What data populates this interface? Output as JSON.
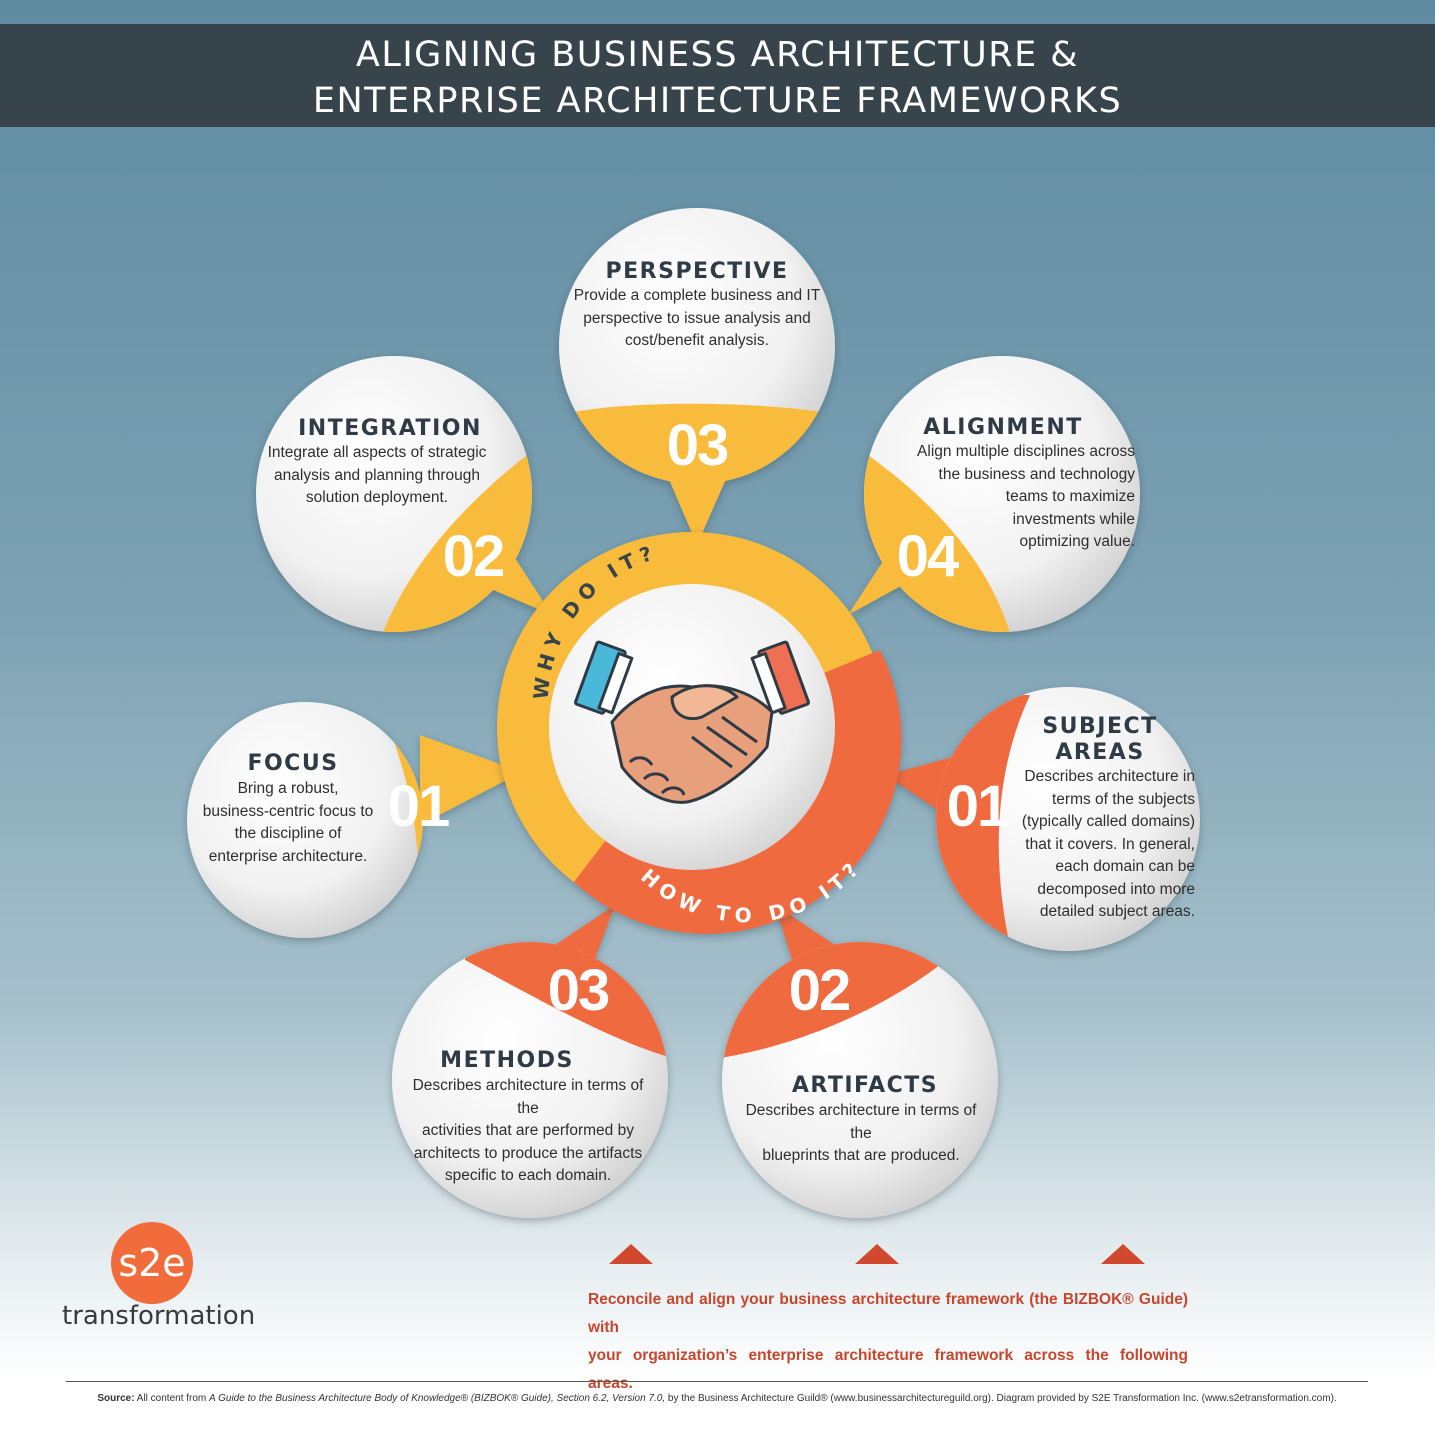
{
  "title": {
    "line1": "ALIGNING BUSINESS ARCHITECTURE &",
    "line2": "ENTERPRISE ARCHITECTURE FRAMEWORKS"
  },
  "ring": {
    "why": "WHY DO IT?",
    "how": "HOW TO DO IT?"
  },
  "why_items": [
    {
      "number": "01",
      "title": "FOCUS",
      "description": [
        "Bring a robust,",
        "business-centric focus to",
        "the discipline of",
        "enterprise architecture."
      ]
    },
    {
      "number": "02",
      "title": "INTEGRATION",
      "description": [
        "Integrate all aspects of strategic",
        "analysis and planning through",
        "solution deployment."
      ]
    },
    {
      "number": "03",
      "title": "PERSPECTIVE",
      "description": [
        "Provide a complete business and IT",
        "perspective to issue analysis and",
        "cost/benefit analysis."
      ]
    },
    {
      "number": "04",
      "title": "ALIGNMENT",
      "description": [
        "Align multiple disciplines across",
        "the business and technology",
        "teams to maximize",
        "investments while",
        "optimizing value."
      ]
    }
  ],
  "how_items": [
    {
      "number": "01",
      "title": "SUBJECT AREAS",
      "title_lines": [
        "SUBJECT",
        "AREAS"
      ],
      "description": [
        "Describes architecture in",
        "terms of the subjects",
        "(typically called domains)",
        "that it covers. In general,",
        "each domain can be",
        "decomposed into more",
        "detailed subject areas."
      ]
    },
    {
      "number": "02",
      "title": "ARTIFACTS",
      "description": [
        "Describes architecture in terms of the",
        "blueprints that are produced."
      ]
    },
    {
      "number": "03",
      "title": "METHODS",
      "description": [
        "Describes architecture in terms of the",
        "activities that are performed by",
        "architects to produce the artifacts",
        "specific to each domain."
      ]
    }
  ],
  "footer": {
    "line1": "Reconcile and align your business architecture framework (the BIZBOK® Guide) with",
    "line2": "your organization’s enterprise architecture framework across the following areas."
  },
  "logo": {
    "mark": "s2e",
    "name": "transformation"
  },
  "source": {
    "label": "Source:",
    "prefix": "All content from ",
    "book": "A Guide to the Business Architecture Body of Knowledge® (BIZBOK® Guide), Section 6.2, Version 7.0,",
    "suffix": " by the Business Architecture Guild® (www.businessarchitectureguild.org).  Diagram provided by S2E Transformation Inc. (www.s2etransformation.com)."
  },
  "colors": {
    "yellow": "#f9bb3a",
    "orange": "#f06a3f",
    "title_bar": "#38444c",
    "footer_text": "#c8462c",
    "cuff_blue": "#4ab8d8",
    "cuff_red": "#ee6f52",
    "skin": "#e8a07c"
  },
  "icons": [
    "handshake-icon",
    "triangle-marker-icon"
  ]
}
